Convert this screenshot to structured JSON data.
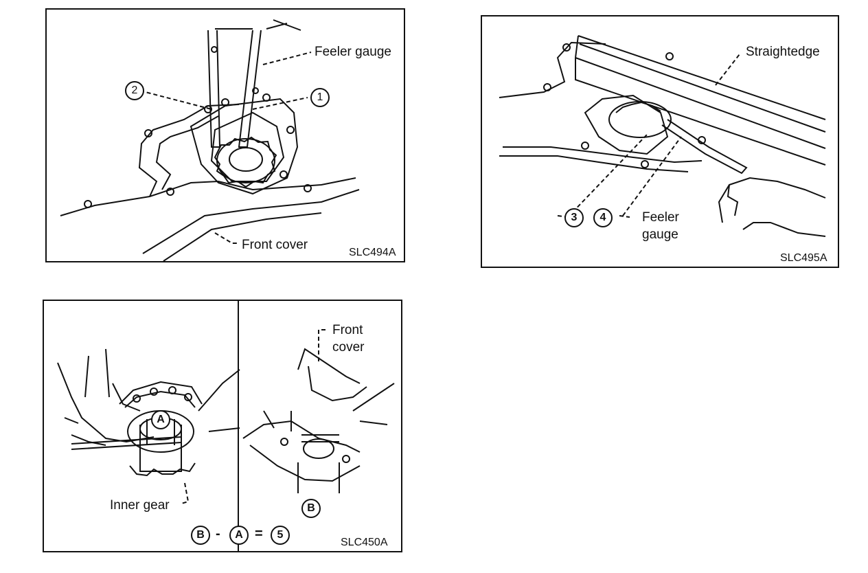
{
  "panels": [
    {
      "code": "SLC494A",
      "labels": {
        "feeler_gauge": "Feeler gauge",
        "front_cover": "Front cover"
      },
      "markers": [
        "2",
        "1"
      ]
    },
    {
      "code": "SLC495A",
      "labels": {
        "straightedge": "Straightedge",
        "feeler_gauge_line1": "Feeler",
        "feeler_gauge_line2": "gauge"
      },
      "markers": [
        "3",
        "4"
      ]
    },
    {
      "code": "SLC450A",
      "labels": {
        "front_cover_line1": "Front",
        "front_cover_line2": "cover",
        "inner_gear": "Inner gear"
      },
      "markers": [
        "A",
        "B"
      ],
      "formula": {
        "left": "B",
        "minus": "-",
        "middle": "A",
        "equals": "=",
        "right": "5"
      }
    }
  ]
}
